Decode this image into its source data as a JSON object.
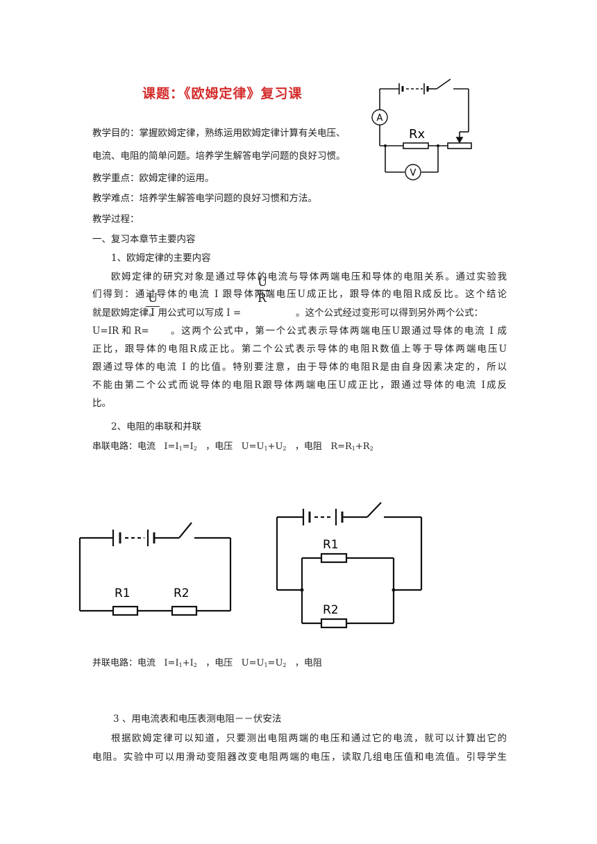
{
  "title": "课题：《欧姆定律》复习课",
  "objective": [
    "教学目的：掌握欧姆定律，熟练运用欧姆定律计算有关电压、",
    "电流、电阻的简单问题。培养学生解答电学问题的良好习惯。"
  ],
  "key_point": "教学重点：欧姆定律的运用。",
  "difficulty": "教学难点：培养学生解答电学问题的良好习惯和方法。",
  "process": "教学过程：",
  "section1": "一、复习本章节主要内容",
  "sub1": "1、欧姆定律的主要内容",
  "para1": {
    "l1": "欧姆定律的研究对象是通过导体的电流与导体两端电压和导体的电阻关系。通过实验我",
    "l2": "们得到：通过导体的电流 I 跟导体两端电压U成正比，跟导体的电阻R成反比。这个结论",
    "l3a": "就是欧姆定律。用公式可以写成 I =",
    "l3b": "。这个公式经过变形可以得到另外两个公式：",
    "l4a": "U=IR 和 R=",
    "l4b": "。这两个公式中，第一个公式表示导体两端电压U跟通过导体的电流 I 成",
    "l5": "正比，跟导体的电阻R成正比。第二个公式表示导体的电阻R数值上等于导体两端电压U",
    "l6": "跟通过导体的电流 I 的比值。特别要注意，由于导体的电阻R是由自身因素决定的，所以",
    "l7": "不能由第二个公式而说导体的电阻R跟导体两端电压U成正比，跟通过导体的电流 I成反",
    "l8": "比。"
  },
  "fractions": {
    "u": "U",
    "r": "R",
    "i": "I"
  },
  "sub2": "2、电阻的串联和并联",
  "series": {
    "label": "串联电路：电流",
    "current": "I=I",
    "current_sub1": "1",
    "current_eq": "=I",
    "current_sub2": "2",
    "voltage_label": "，电压",
    "voltage": "U=U",
    "voltage_sub1": "1",
    "voltage_plus": "+U",
    "voltage_sub2": "2",
    "resistance_label": "，电阻",
    "resistance": "R=R",
    "resistance_sub1": "1",
    "resistance_plus": "+R",
    "resistance_sub2": "2"
  },
  "parallel": {
    "label": "并联电路：电流",
    "current": "I=I",
    "current_sub1": "1",
    "current_plus": "+I",
    "current_sub2": "2",
    "voltage_label": "，电压",
    "voltage": "U=U",
    "voltage_sub1": "1",
    "voltage_eq": "=U",
    "voltage_sub2": "2",
    "resistance_label": "，电阻"
  },
  "sub3": "3 、用电流表和电压表测电阻－－伏安法",
  "para3": [
    "根据欧姆定律可以知道，只要测出电阻两端的电压和通过它的电流，就可以计算出它的",
    "电阻。实验中可以用滑动变阻器改变电阻两端的电压，读取几组电压值和电流值。引导学生"
  ],
  "diagram_top": {
    "ammeter": "A",
    "voltmeter": "V",
    "resistor": "Rx"
  },
  "diagram_series": {
    "r1": "R1",
    "r2": "R2"
  },
  "diagram_parallel": {
    "r1": "R1",
    "r2": "R2"
  }
}
